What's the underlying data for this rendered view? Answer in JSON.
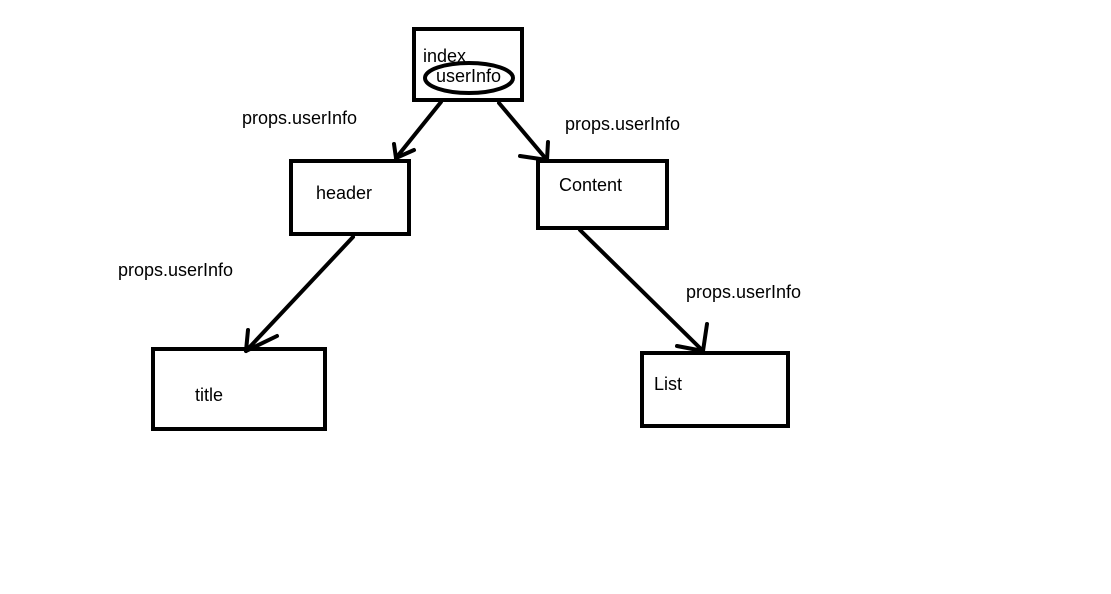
{
  "nodes": {
    "index": {
      "label": "index",
      "state_label": "userInfo"
    },
    "header": {
      "label": "header"
    },
    "content": {
      "label": "Content"
    },
    "title": {
      "label": "title"
    },
    "list": {
      "label": "List"
    }
  },
  "edges": {
    "index_to_header": {
      "label": "props.userInfo"
    },
    "index_to_content": {
      "label": "props.userInfo"
    },
    "header_to_title": {
      "label": "props.userInfo"
    },
    "content_to_list": {
      "label": "props.userInfo"
    }
  },
  "colors": {
    "stroke": "#000000",
    "background": "#ffffff"
  }
}
